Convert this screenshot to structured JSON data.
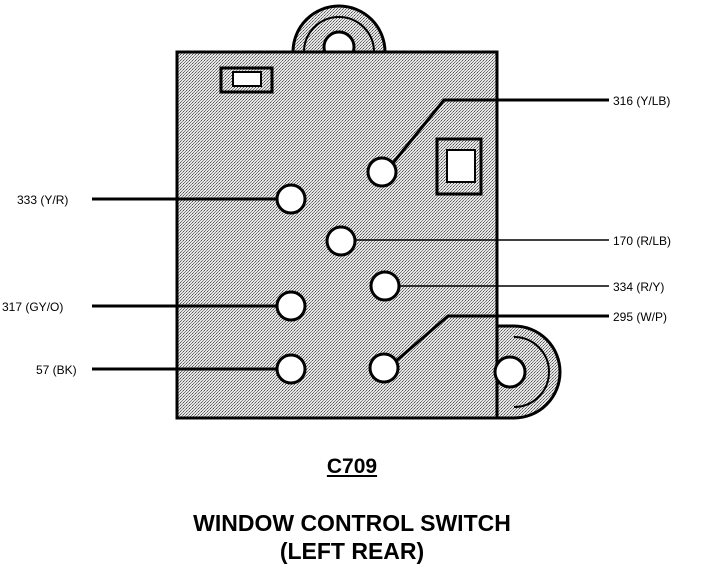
{
  "connector": {
    "id": "C709",
    "title_line1": "WINDOW CONTROL SWITCH",
    "title_line2": "(LEFT REAR)"
  },
  "pins": {
    "p316": "316 (Y/LB)",
    "p333": "333 (Y/R)",
    "p170": "170 (R/LB)",
    "p334": "334 (R/Y)",
    "p317": "317 (GY/O)",
    "p295": "295 (W/P)",
    "p57": "57 (BK)"
  }
}
